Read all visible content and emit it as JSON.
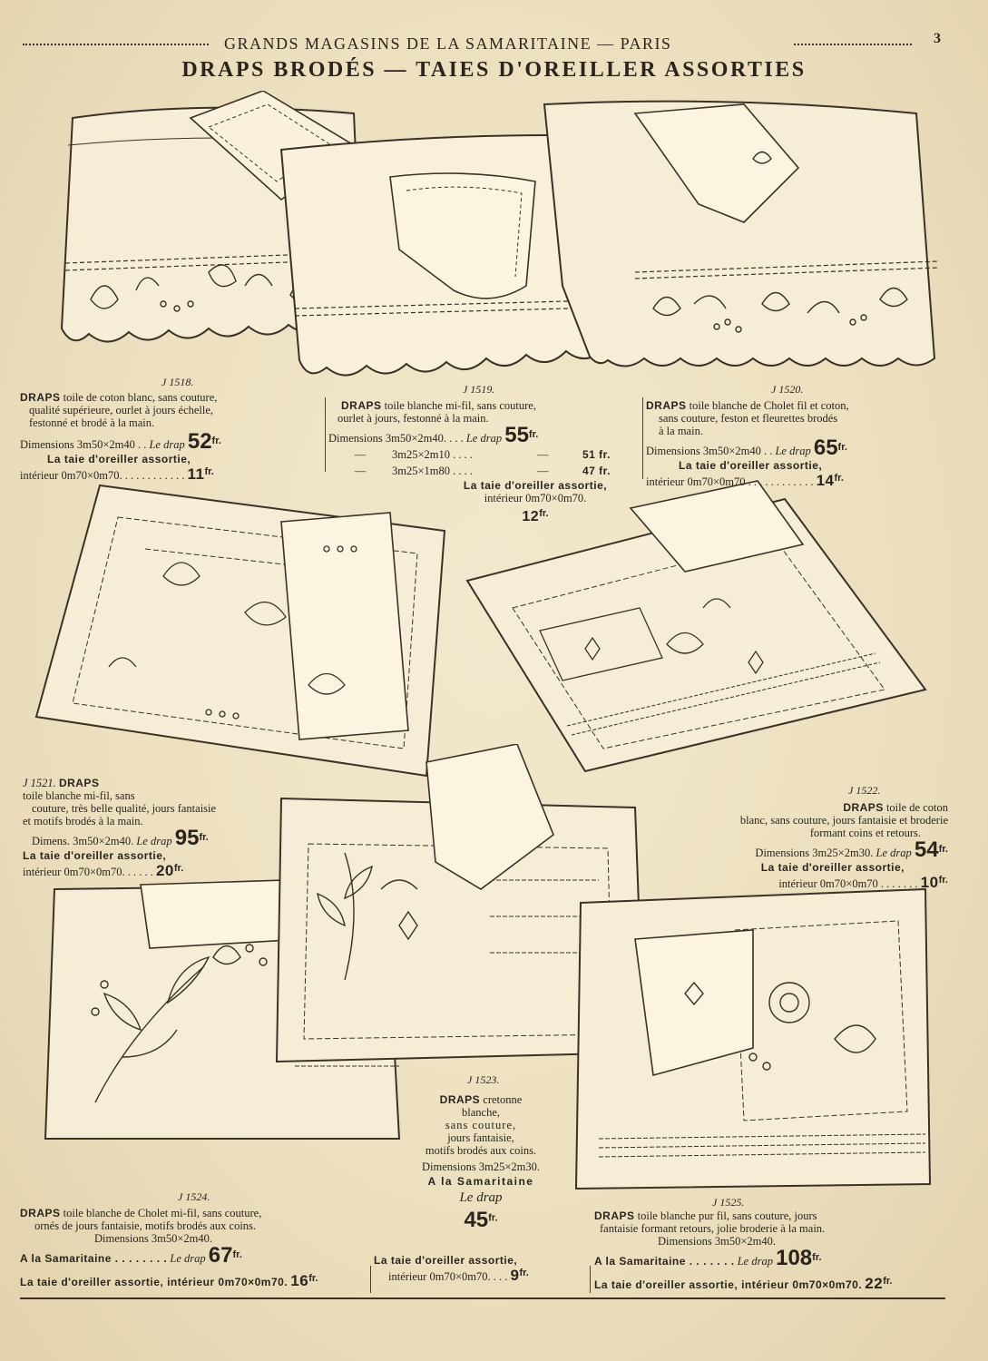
{
  "header": {
    "store": "GRANDS MAGASINS DE LA SAMARITAINE — PARIS",
    "page_number": "3"
  },
  "title": "DRAPS BRODÉS — TAIES D'OREILLER ASSORTIES",
  "products": {
    "j1518": {
      "ref": "J 1518.",
      "l1_bold": "DRAPS",
      "l1": " toile de coton blanc, sans couture,",
      "l2": "qualité supérieure, ourlet à jours échelle,",
      "l3": "festonné et brodé à la main.",
      "dims": "Dimensions 3m50×2m40 . .",
      "le_drap": "Le drap",
      "price": "52",
      "fr": "fr.",
      "taie": "La taie d'oreiller assortie,",
      "taie_dims": "intérieur 0m70×0m70. . . . . . . . . . . .",
      "taie_price": "11",
      "taie_fr": "fr."
    },
    "j1519": {
      "ref": "J 1519.",
      "l1_bold": "DRAPS",
      "l1": " toile blanche mi-fil, sans couture,",
      "l2": "ourlet à jours, festonné à la main.",
      "dims": "Dimensions 3m50×2m40. . . .",
      "le_drap": "Le drap",
      "price": "55",
      "fr": "fr.",
      "rows": [
        {
          "dash1": "—",
          "dims": "3m25×2m10 . . . .",
          "dash2": "—",
          "price": "51 fr."
        },
        {
          "dash1": "—",
          "dims": "3m25×1m80 . . . .",
          "dash2": "—",
          "price": "47 fr."
        }
      ],
      "taie": "La taie d'oreiller assortie,",
      "taie_dims": "intérieur 0m70×0m70.",
      "taie_price": "12",
      "taie_fr": "fr."
    },
    "j1520": {
      "ref": "J 1520.",
      "l1_bold": "DRAPS",
      "l1": " toile blanche de Cholet fil et coton,",
      "l2": "sans couture, feston et fleurettes brodés",
      "l3": "à la main.",
      "dims": "Dimensions 3m50×2m40 . .",
      "le_drap": "Le drap",
      "price": "65",
      "fr": "fr.",
      "taie": "La taie d'oreiller assortie,",
      "taie_dims": "intérieur 0m70×0m70 . . . . . . . . . . . .",
      "taie_price": "14",
      "taie_fr": "fr."
    },
    "j1521": {
      "ref": "J 1521.",
      "l1_bold": "DRAPS",
      "l2": "toile blanche mi-fil, sans",
      "l3": "couture, très belle qualité, jours fantaisie",
      "l4": "et motifs brodés à la main.",
      "dims": "Dimens. 3m50×2m40.",
      "le_drap": "Le drap",
      "price": "95",
      "fr": "fr.",
      "taie": "La taie d'oreiller assortie,",
      "taie_dims": "intérieur 0m70×0m70. . . . . .",
      "taie_price": "20",
      "taie_fr": "fr."
    },
    "j1522": {
      "ref": "J 1522.",
      "l1_bold": "DRAPS",
      "l1": " toile de coton",
      "l2": "blanc, sans couture, jours fantaisie et broderie",
      "l3": "formant coins et retours.",
      "dims": "Dimensions 3m25×2m30.",
      "le_drap": "Le drap",
      "price": "54",
      "fr": "fr.",
      "taie": "La taie d'oreiller assortie,",
      "taie_dims": "intérieur 0m70×0m70 . . . . . . .",
      "taie_price": "10",
      "taie_fr": "fr."
    },
    "j1523": {
      "ref": "J 1523.",
      "l1_bold": "DRAPS",
      "l1": " cretonne",
      "l2": "blanche,",
      "l3": "sans couture,",
      "l4": "jours fantaisie,",
      "l5": "motifs brodés aux coins.",
      "dims": "Dimensions 3m25×2m30.",
      "store": "A la Samaritaine",
      "le_drap": "Le drap",
      "price": "45",
      "fr": "fr.",
      "taie": "La taie d'oreiller assortie,",
      "taie_dims": "intérieur 0m70×0m70. . . .",
      "taie_price": "9",
      "taie_fr": "fr."
    },
    "j1524": {
      "ref": "J 1524.",
      "l1_bold": "DRAPS",
      "l1": " toile blanche de Cholet mi-fil, sans couture,",
      "l2": "ornés de jours fantaisie, motifs brodés aux coins.",
      "dims": "Dimensions 3m50×2m40.",
      "store": "A la Samaritaine . . . . . . . .",
      "le_drap": "Le drap",
      "price": "67",
      "fr": "fr.",
      "taie": "La taie d'oreiller assortie, intérieur 0m70×0m70.",
      "taie_price": "16",
      "taie_fr": "fr."
    },
    "j1525": {
      "ref": "J 1525.",
      "l1_bold": "DRAPS",
      "l1": " toile blanche pur fil, sans couture, jours",
      "l2": "fantaisie formant retours, jolie broderie à la main.",
      "dims": "Dimensions 3m50×2m40.",
      "store": "A la Samaritaine . . . . . . .",
      "le_drap": "Le drap",
      "price": "108",
      "fr": "fr.",
      "taie": "La taie d'oreiller assortie, intérieur 0m70×0m70.",
      "taie_price": "22",
      "taie_fr": "fr."
    }
  }
}
